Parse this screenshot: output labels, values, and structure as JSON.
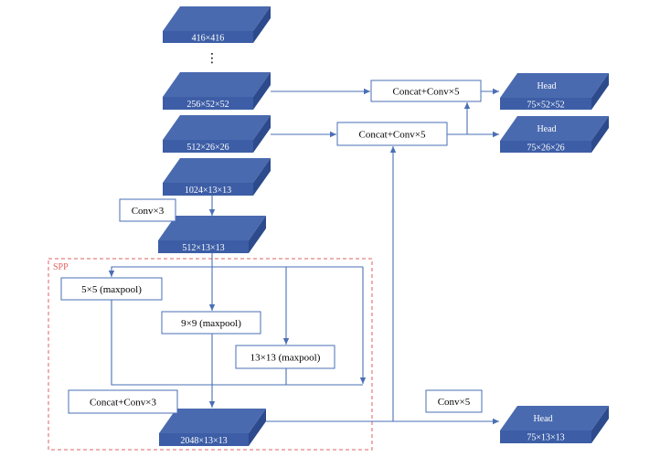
{
  "blocks": {
    "input": "416×416",
    "ellipsis": "⋮",
    "f52": "256×52×52",
    "f26": "512×26×26",
    "f13": "1024×13×13",
    "f13b": "512×13×13",
    "spp_out": "2048×13×13"
  },
  "heads": [
    {
      "title": "Head",
      "size": "75×52×52"
    },
    {
      "title": "Head",
      "size": "75×26×26"
    },
    {
      "title": "Head",
      "size": "75×13×13"
    }
  ],
  "boxes": {
    "concat_top": "Concat+Conv×5",
    "concat_mid": "Concat+Conv×5",
    "conv3": "Conv×3",
    "pool5": "5×5 (maxpool)",
    "pool9": "9×9 (maxpool)",
    "pool13": "13×13 (maxpool)",
    "concat_spp": "Concat+Conv×3",
    "conv5": "Conv×5"
  },
  "spp": {
    "label": "SPP"
  },
  "colors": {
    "block_top": "#4a6ab0",
    "block_front": "#3d5ea6",
    "block_side": "#2c4a8c",
    "line": "#4a6fb5",
    "box_border": "#4a6fb5",
    "spp_border": "#e06060"
  }
}
